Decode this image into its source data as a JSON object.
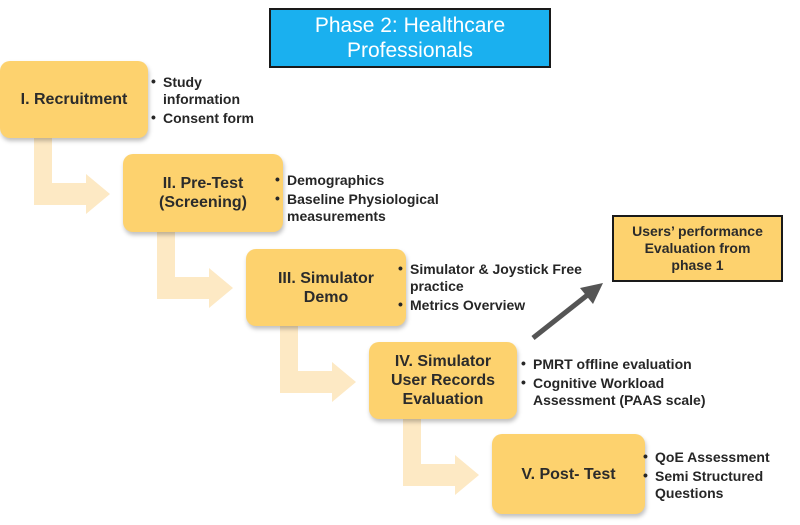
{
  "title": {
    "line1": "Phase 2: Healthcare",
    "line2": "Professionals"
  },
  "stages": [
    {
      "lines": [
        "I. Recruitment"
      ],
      "bullets": [
        [
          "Study",
          "information"
        ],
        [
          "Consent form"
        ]
      ]
    },
    {
      "lines": [
        "II. Pre-Test",
        "(Screening)"
      ],
      "bullets": [
        [
          "Demographics"
        ],
        [
          "Baseline Physiological",
          "measurements"
        ]
      ]
    },
    {
      "lines": [
        "III. Simulator",
        "Demo"
      ],
      "bullets": [
        [
          "Simulator & Joystick Free",
          "practice"
        ],
        [
          "Metrics Overview"
        ]
      ]
    },
    {
      "lines": [
        "IV. Simulator",
        "User Records",
        "Evaluation"
      ],
      "bullets": [
        [
          "PMRT offline evaluation"
        ],
        [
          "Cognitive Workload",
          "Assessment (PAAS scale)"
        ]
      ]
    },
    {
      "lines": [
        "V. Post- Test"
      ],
      "bullets": [
        [
          "QoE Assessment"
        ],
        [
          "Semi Structured",
          "Questions"
        ]
      ]
    }
  ],
  "performance_box": {
    "lines": [
      "Users’ performance",
      "Evaluation from",
      "phase 1"
    ]
  },
  "bullet_glyph": "•",
  "colors": {
    "title_fill": "#1ab0ef",
    "stage_fill": "#fdd26e",
    "connector_arrow": "#fde9c4",
    "diagonal_arrow": "#555555"
  }
}
